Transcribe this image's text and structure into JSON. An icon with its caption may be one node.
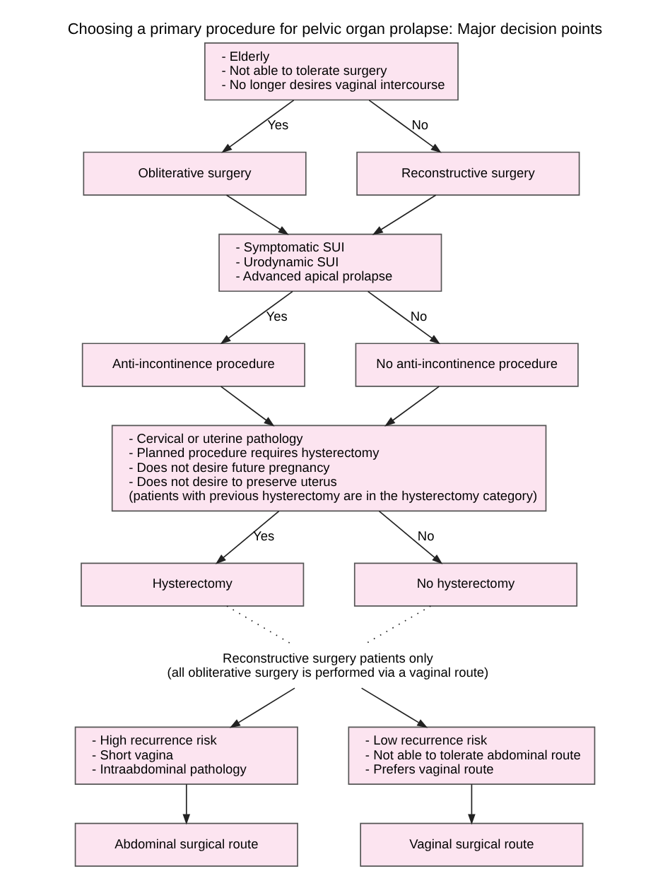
{
  "diagram": {
    "title": "Choosing a primary procedure for pelvic organ prolapse: Major decision points",
    "nodes": [
      {
        "text": [
          "- Elderly",
          "- Not able to tolerate surgery",
          "- No longer desires vaginal intercourse"
        ]
      },
      {
        "text": [
          "Obliterative surgery"
        ]
      },
      {
        "text": [
          "Reconstructive surgery"
        ]
      },
      {
        "text": [
          "- Symptomatic SUI",
          "- Urodynamic SUI",
          "- Advanced apical prolapse"
        ]
      },
      {
        "text": [
          "Anti-incontinence procedure"
        ]
      },
      {
        "text": [
          "No anti-incontinence procedure"
        ]
      },
      {
        "text": [
          "- Cervical or uterine pathology",
          "- Planned procedure requires hysterectomy",
          "- Does not desire future pregnancy",
          "- Does not desire to preserve uterus",
          "(patients with previous hysterectomy are in the hysterectomy category)"
        ]
      },
      {
        "text": [
          "Hysterectomy"
        ]
      },
      {
        "text": [
          "No hysterectomy"
        ]
      },
      {
        "text": [
          "Reconstructive surgery patients only",
          "(all obliterative surgery is performed via a vaginal route)"
        ]
      },
      {
        "text": [
          "- High recurrence risk",
          "- Short vagina",
          "- Intraabdominal pathology"
        ]
      },
      {
        "text": [
          "- Low recurrence risk",
          "- Not able to tolerate abdominal route",
          "- Prefers vaginal route"
        ]
      },
      {
        "text": [
          "Abdominal surgical route"
        ]
      },
      {
        "text": [
          "Vaginal surgical route"
        ]
      }
    ],
    "edges": [
      {
        "from": 0,
        "to": 1,
        "arrow": "to",
        "label": "Yes"
      },
      {
        "from": 0,
        "to": 2,
        "arrow": "to",
        "label": "No"
      },
      {
        "from": 1,
        "to": 3,
        "arrow": "to"
      },
      {
        "from": 2,
        "to": 3,
        "arrow": "to"
      },
      {
        "from": 3,
        "to": 4,
        "arrow": "to",
        "label": "Yes"
      },
      {
        "from": 3,
        "to": 5,
        "arrow": "to",
        "label": "No"
      },
      {
        "from": 4,
        "to": 6,
        "arrow": "to"
      },
      {
        "from": 5,
        "to": 6,
        "arrow": "to"
      },
      {
        "from": 6,
        "to": 7,
        "arrow": "to",
        "label": "Yes"
      },
      {
        "from": 6,
        "to": 8,
        "arrow": "to",
        "label": "No"
      },
      {
        "from": 7,
        "to": 9,
        "arrow": "none",
        "style": "dashed"
      },
      {
        "from": 8,
        "to": 9,
        "arrow": "none",
        "style": "dashed"
      },
      {
        "from": 9,
        "to": 10,
        "arrow": "to"
      },
      {
        "from": 9,
        "to": 11,
        "arrow": "to"
      },
      {
        "from": 10,
        "to": 12,
        "arrow": "to"
      },
      {
        "from": 11,
        "to": 13,
        "arrow": "to"
      }
    ]
  }
}
